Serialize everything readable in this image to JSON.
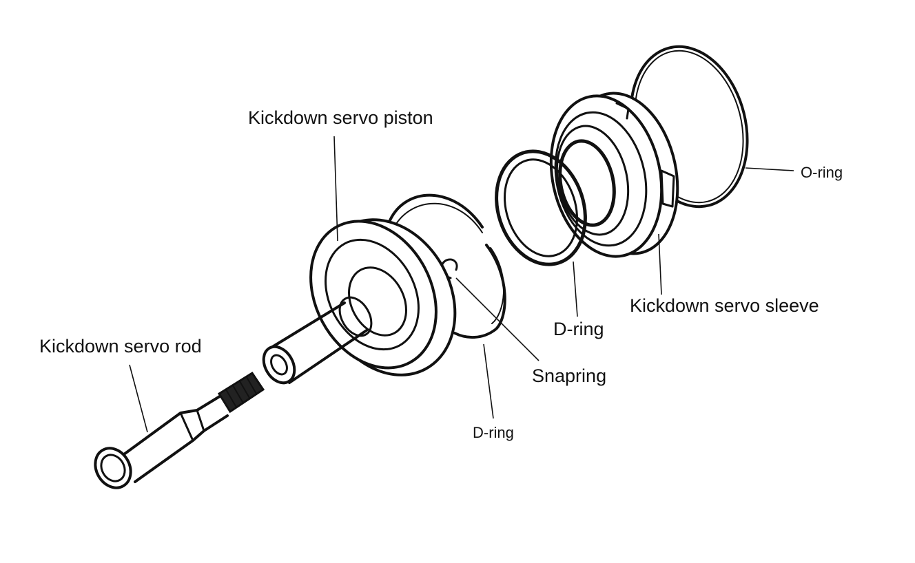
{
  "labels": {
    "piston": "Kickdown servo piston",
    "rod": "Kickdown servo rod",
    "d_ring_small": "D-ring",
    "snapring": "Snapring",
    "d_ring_large": "D-ring",
    "sleeve": "Kickdown servo sleeve",
    "o_ring": "O-ring"
  },
  "colors": {
    "ink": "#111111",
    "background": "#ffffff"
  }
}
